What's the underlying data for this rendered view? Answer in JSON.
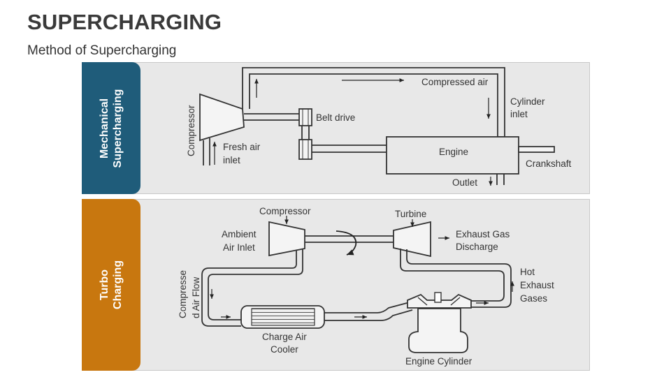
{
  "header": {
    "title": "SUPERCHARGING",
    "subtitle": "Method of Supercharging"
  },
  "sections": [
    {
      "label": "Mechanical\nSupercharging",
      "color": "#1f5c7a"
    },
    {
      "label": "Turbo\nCharging",
      "color": "#c8770f"
    }
  ],
  "mechanical": {
    "compressed_air": "Compressed air",
    "cylinder_inlet_1": "Cylinder",
    "cylinder_inlet_2": "inlet",
    "compressor": "Compressor",
    "belt_drive": "Belt drive",
    "fresh_air_1": "Fresh air",
    "fresh_air_2": "inlet",
    "engine": "Engine",
    "crankshaft": "Crankshaft",
    "outlet": "Outlet"
  },
  "turbo": {
    "compressor": "Compressor",
    "turbine": "Turbine",
    "ambient_1": "Ambient",
    "ambient_2": "Air Inlet",
    "exhaust_discharge_1": "Exhaust Gas",
    "exhaust_discharge_2": "Discharge",
    "compressed_flow_1": "Compresse",
    "compressed_flow_2": "d Air Flow",
    "hot_exhaust_1": "Hot",
    "hot_exhaust_2": "Exhaust",
    "hot_exhaust_3": "Gases",
    "charge_cooler_1": "Charge Air",
    "charge_cooler_2": "Cooler",
    "engine_cylinder": "Engine Cylinder"
  }
}
